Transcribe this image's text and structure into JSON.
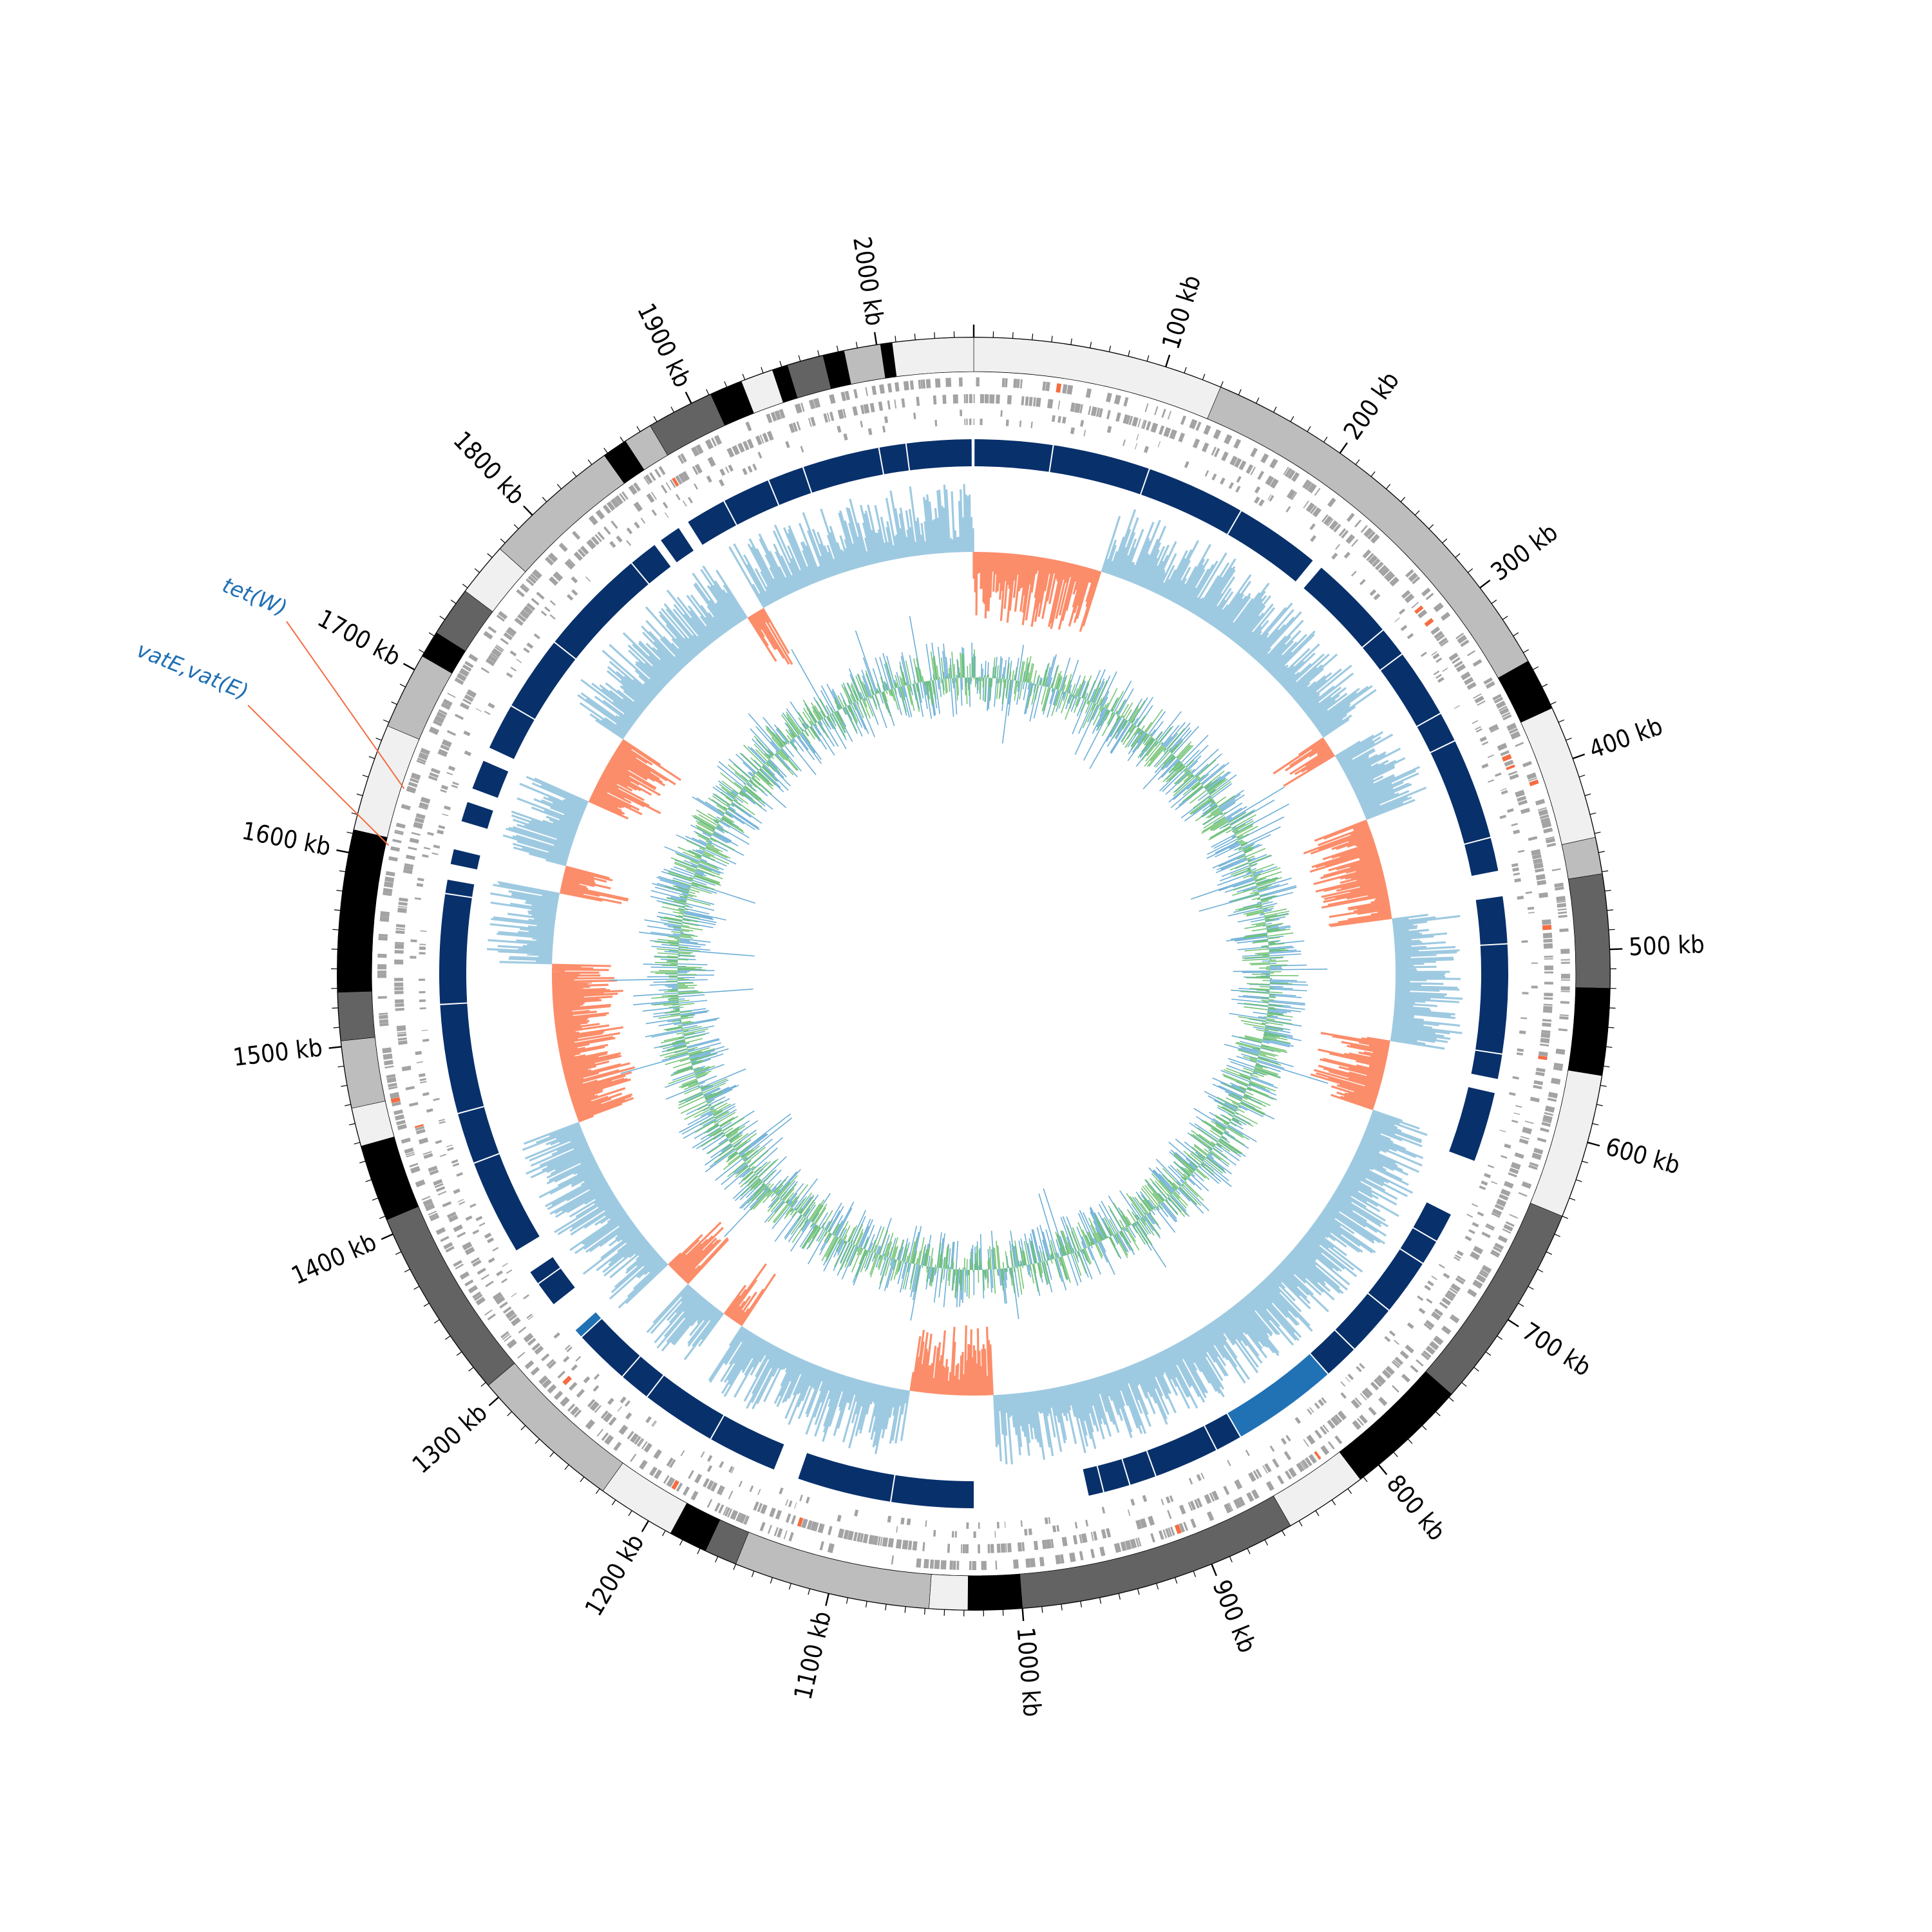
{
  "genome": {
    "length_kb": 2050,
    "tick_labels": [
      "100 kb",
      "200 kb",
      "300 kb",
      "400 kb",
      "500 kb",
      "600 kb",
      "700 kb",
      "800 kb",
      "900 kb",
      "1000 kb",
      "1100 kb",
      "1200 kb",
      "1300 kb",
      "1400 kb",
      "1500 kb",
      "1600 kb",
      "1700 kb",
      "1800 kb",
      "1900 kb",
      "2000 kb"
    ],
    "contig_segments": [
      {
        "start": 0,
        "end": 130,
        "shade": "#f0f0f0"
      },
      {
        "start": 130,
        "end": 345,
        "shade": "#bdbdbd"
      },
      {
        "start": 345,
        "end": 372,
        "shade": "#000000"
      },
      {
        "start": 372,
        "end": 442,
        "shade": "#f0f0f0"
      },
      {
        "start": 442,
        "end": 461,
        "shade": "#bdbdbd"
      },
      {
        "start": 461,
        "end": 520,
        "shade": "#636363"
      },
      {
        "start": 520,
        "end": 565,
        "shade": "#000000"
      },
      {
        "start": 565,
        "end": 640,
        "shade": "#f0f0f0"
      },
      {
        "start": 640,
        "end": 748,
        "shade": "#636363"
      },
      {
        "start": 748,
        "end": 812,
        "shade": "#000000"
      },
      {
        "start": 812,
        "end": 855,
        "shade": "#f0f0f0"
      },
      {
        "start": 855,
        "end": 1000,
        "shade": "#636363"
      },
      {
        "start": 1000,
        "end": 1028,
        "shade": "#000000"
      },
      {
        "start": 1028,
        "end": 1048,
        "shade": "#f0f0f0"
      },
      {
        "start": 1048,
        "end": 1150,
        "shade": "#bdbdbd"
      },
      {
        "start": 1150,
        "end": 1167,
        "shade": "#636363"
      },
      {
        "start": 1167,
        "end": 1187,
        "shade": "#000000"
      },
      {
        "start": 1187,
        "end": 1228,
        "shade": "#f0f0f0"
      },
      {
        "start": 1228,
        "end": 1308,
        "shade": "#bdbdbd"
      },
      {
        "start": 1308,
        "end": 1408,
        "shade": "#636363"
      },
      {
        "start": 1408,
        "end": 1448,
        "shade": "#000000"
      },
      {
        "start": 1448,
        "end": 1468,
        "shade": "#f0f0f0"
      },
      {
        "start": 1468,
        "end": 1503,
        "shade": "#bdbdbd"
      },
      {
        "start": 1503,
        "end": 1528,
        "shade": "#636363"
      },
      {
        "start": 1528,
        "end": 1612,
        "shade": "#000000"
      },
      {
        "start": 1612,
        "end": 1668,
        "shade": "#f0f0f0"
      },
      {
        "start": 1668,
        "end": 1708,
        "shade": "#bdbdbd"
      },
      {
        "start": 1708,
        "end": 1722,
        "shade": "#000000"
      },
      {
        "start": 1722,
        "end": 1748,
        "shade": "#636363"
      },
      {
        "start": 1748,
        "end": 1776,
        "shade": "#f0f0f0"
      },
      {
        "start": 1776,
        "end": 1848,
        "shade": "#bdbdbd"
      },
      {
        "start": 1848,
        "end": 1861,
        "shade": "#000000"
      },
      {
        "start": 1861,
        "end": 1876,
        "shade": "#bdbdbd"
      },
      {
        "start": 1876,
        "end": 1911,
        "shade": "#636363"
      },
      {
        "start": 1911,
        "end": 1928,
        "shade": "#000000"
      },
      {
        "start": 1928,
        "end": 1945,
        "shade": "#f0f0f0"
      },
      {
        "start": 1945,
        "end": 1953,
        "shade": "#000000"
      },
      {
        "start": 1953,
        "end": 1972,
        "shade": "#636363"
      },
      {
        "start": 1972,
        "end": 1983,
        "shade": "#000000"
      },
      {
        "start": 1983,
        "end": 2002,
        "shade": "#bdbdbd"
      },
      {
        "start": 2002,
        "end": 2008,
        "shade": "#000000"
      },
      {
        "start": 2008,
        "end": 2050,
        "shade": "#f0f0f0"
      }
    ]
  },
  "annotations": [
    {
      "label": "tet(W)",
      "position_kb": 1640,
      "color": "#1f6fb4"
    },
    {
      "label": "vatE,vat(E)",
      "position_kb": 1608,
      "color": "#1f6fb4"
    }
  ],
  "colors": {
    "gene_feature": "#a3a3a3",
    "resistance_feature": "#f46d43",
    "homology_block": "#08306b",
    "homology_alt": "#2171b5",
    "gc_positive": "#9ecae1",
    "gc_negative": "#fc8d6a",
    "skew_a": "#6baed6",
    "skew_b": "#74c476",
    "annotation_line": "#f46d43"
  },
  "homology_gaps_kb": [
    {
      "start": 0,
      "end": 0
    },
    {
      "start": 225,
      "end": 231
    },
    {
      "start": 450,
      "end": 465
    },
    {
      "start": 578,
      "end": 586
    },
    {
      "start": 630,
      "end": 665
    },
    {
      "start": 955,
      "end": 1025
    },
    {
      "start": 1135,
      "end": 1150
    },
    {
      "start": 1300,
      "end": 1320
    },
    {
      "start": 1345,
      "end": 1360
    },
    {
      "start": 1596,
      "end": 1605
    },
    {
      "start": 1615,
      "end": 1632
    },
    {
      "start": 1645,
      "end": 1653
    },
    {
      "start": 1672,
      "end": 1680
    },
    {
      "start": 1842,
      "end": 1846
    },
    {
      "start": 1860,
      "end": 1866
    }
  ],
  "gc_content_negative_regions_kb": [
    {
      "start": 0,
      "end": 100
    },
    {
      "start": 318,
      "end": 335
    },
    {
      "start": 390,
      "end": 470
    },
    {
      "start": 565,
      "end": 620
    },
    {
      "start": 1010,
      "end": 1075
    },
    {
      "start": 1215,
      "end": 1232
    },
    {
      "start": 1268,
      "end": 1290
    },
    {
      "start": 1420,
      "end": 1545
    },
    {
      "start": 1600,
      "end": 1622
    },
    {
      "start": 1675,
      "end": 1730
    },
    {
      "start": 1865,
      "end": 1880
    }
  ]
}
